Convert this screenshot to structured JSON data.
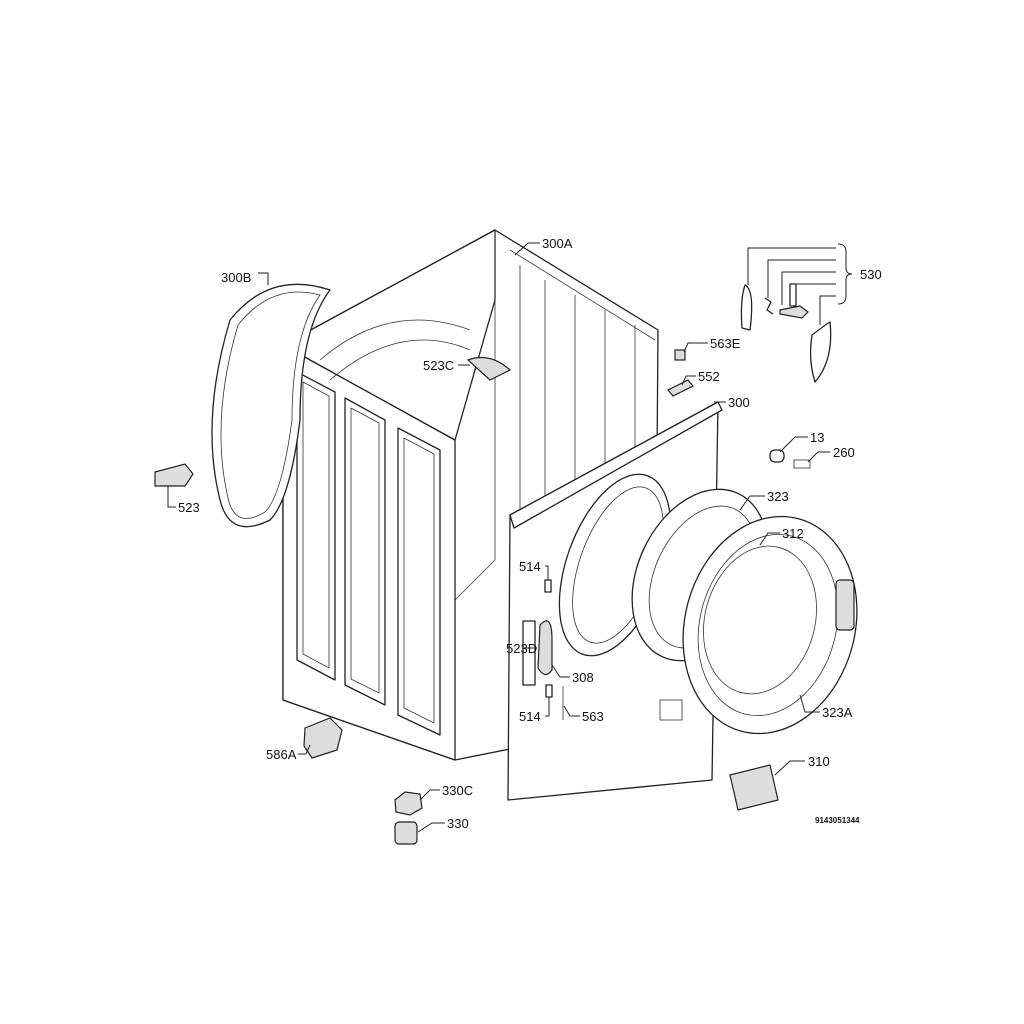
{
  "diagram": {
    "callouts": {
      "c300B": "300B",
      "c300A": "300A",
      "c530": "530",
      "c523C": "523C",
      "c563E": "563E",
      "c552": "552",
      "c300": "300",
      "c13": "13",
      "c260": "260",
      "c523": "523",
      "c323": "323",
      "c312": "312",
      "c514a": "514",
      "c523D": "523D",
      "c308": "308",
      "c514b": "514",
      "c563": "563",
      "c323A": "323A",
      "c586A": "586A",
      "c310": "310",
      "c330C": "330C",
      "c330": "330"
    },
    "drawing_number": "9143051344"
  }
}
